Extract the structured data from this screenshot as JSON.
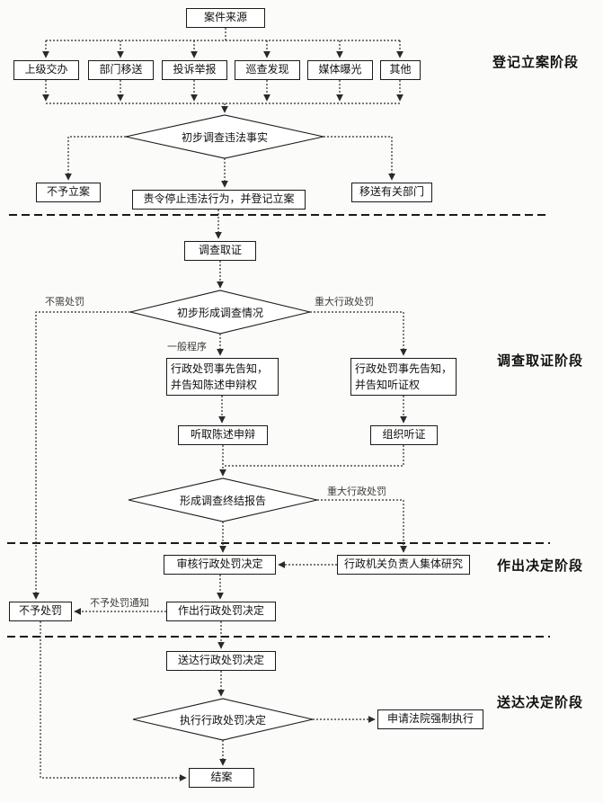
{
  "stage_labels": {
    "registration": "登记立案阶段",
    "investigation": "调查取证阶段",
    "decision": "作出决定阶段",
    "delivery": "送达决定阶段"
  },
  "nodes": {
    "case_source": "案件来源",
    "source_superior": "上级交办",
    "source_department": "部门移送",
    "source_complaint": "投诉举报",
    "source_inspection": "巡查发现",
    "source_media": "媒体曝光",
    "source_other": "其他",
    "preliminary_investigation": "初步调查违法事实",
    "no_case_filing": "不予立案",
    "order_stop_register": "责令停止违法行为，并登记立案",
    "transfer_department": "移送有关部门",
    "evidence_collection": "调查取证",
    "preliminary_findings": "初步形成调查情况",
    "notice_defense": "行政处罚事先告知，\n并告知陈述申辩权",
    "notice_hearing": "行政处罚事先告知，\n并告知听证权",
    "hear_statement": "听取陈述申辩",
    "organize_hearing": "组织听证",
    "final_report": "形成调查终结报告",
    "review_decision": "审核行政处罚决定",
    "collective_research": "行政机关负责人集体研究",
    "no_penalty": "不予处罚",
    "make_decision": "作出行政处罚决定",
    "deliver_decision": "送达行政处罚决定",
    "execute_decision": "执行行政处罚决定",
    "court_enforcement": "申请法院强制执行",
    "close_case": "结案"
  },
  "edge_labels": {
    "no_penalty_needed": "不需处罚",
    "major_penalty_a": "重大行政处罚",
    "general_procedure": "一般程序",
    "major_penalty_b": "重大行政处罚",
    "no_penalty_notice": "不予处罚通知"
  },
  "colors": {
    "line": "#2a2a2a",
    "box_border": "#1a1a1a",
    "background": "#fbfbf9"
  }
}
